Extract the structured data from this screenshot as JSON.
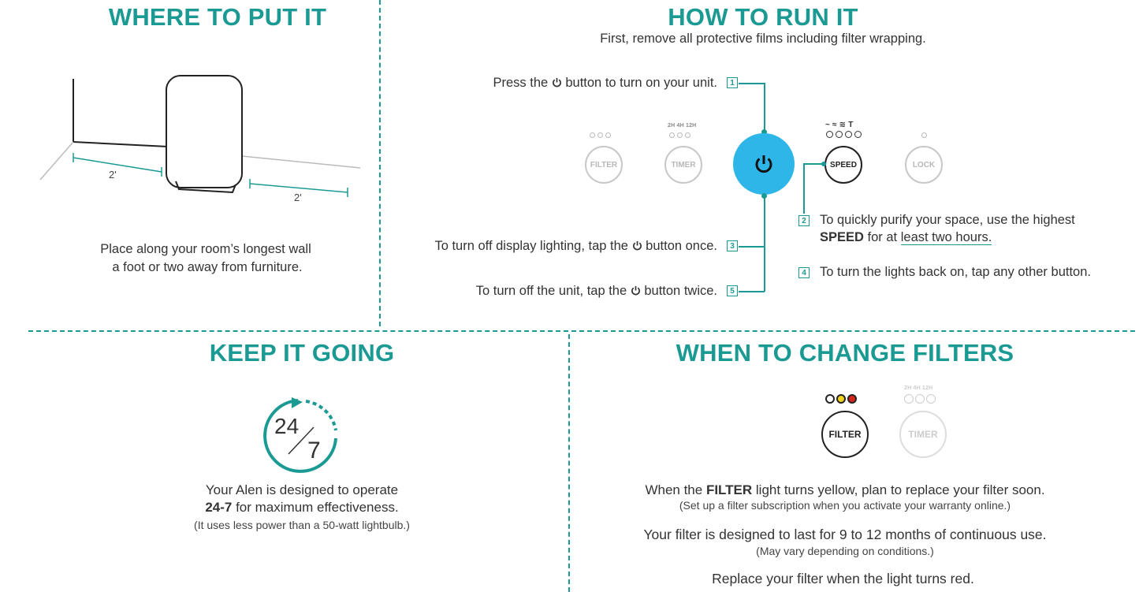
{
  "where": {
    "title": "WHERE TO PUT IT",
    "dim_left": "2'",
    "dim_right": "2'",
    "line1": "Place along your room’s longest wall",
    "line2": "a foot or two away from furniture."
  },
  "run": {
    "title": "HOW TO RUN IT",
    "subtitle": "First, remove all protective films including filter wrapping.",
    "step1_pre": "Press the",
    "step1_post": "button to turn on your unit.",
    "step1_num": "1",
    "step2_line1": "To quickly purify your space, use the highest",
    "step2_bold": "SPEED",
    "step2_mid": "for at",
    "step2_ul": "least two hours.",
    "step2_num": "2",
    "step3_pre": "To turn off display lighting, tap the",
    "step3_post": "button once.",
    "step3_num": "3",
    "step4": "To turn the lights back on, tap any other button.",
    "step4_num": "4",
    "step5_pre": "To turn off the unit, tap the",
    "step5_post": "button twice.",
    "step5_num": "5",
    "buttons": {
      "filter": "FILTER",
      "timer": "TIMER",
      "speed": "SPEED",
      "lock": "LOCK",
      "timer_labels": "2H 4H 12H",
      "speed_labels": "~ ≈ ≋ T"
    }
  },
  "keep": {
    "title": "KEEP IT GOING",
    "icon_top": "24",
    "icon_bottom": "7",
    "line1": "Your Alen is designed to operate",
    "line2_bold": "24-7",
    "line2_rest": "for maximum effectiveness.",
    "note": "(It uses less power than a 50-watt lightbulb.)"
  },
  "filters": {
    "title": "WHEN TO CHANGE FILTERS",
    "filter_btn": "FILTER",
    "timer_btn": "TIMER",
    "timer_labels": "2H 4H 12H",
    "p1_pre": "When the",
    "p1_bold": "FILTER",
    "p1_post": "light turns yellow, plan to replace your filter soon.",
    "p1_note": "(Set up a filter subscription when you activate your warranty online.)",
    "p2": "Your filter is designed to last for 9 to 12 months of continuous use.",
    "p2_note": "(May vary depending on conditions.)",
    "p3": "Replace your filter when the light turns red."
  },
  "colors": {
    "accent": "#1b9a94",
    "power_button": "#2fb6e8",
    "light_yellow": "#f2d21b",
    "light_red": "#d8261c"
  }
}
